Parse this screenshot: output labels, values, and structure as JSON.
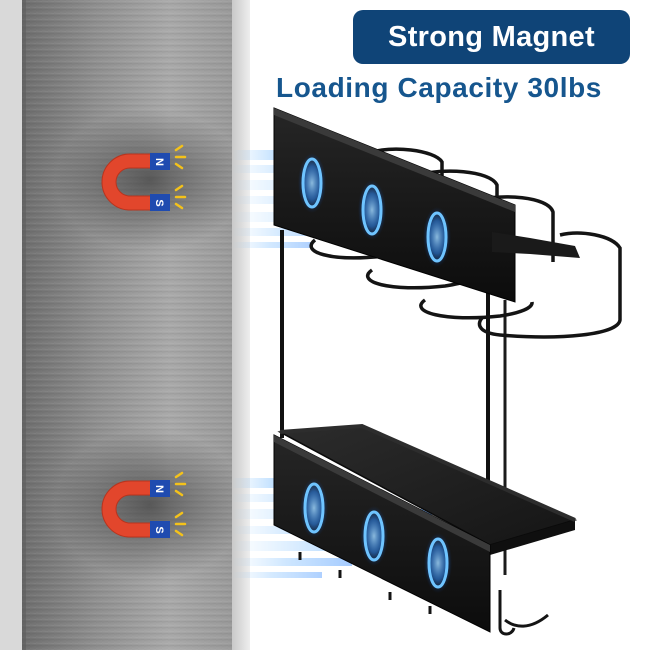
{
  "headline": {
    "title": "Strong Magnet",
    "subtitle": "Loading Capacity 30lbs"
  },
  "magnet_top": {
    "pole_north": "N",
    "pole_south": "S"
  },
  "magnet_bottom": {
    "pole_north": "N",
    "pole_south": "S"
  },
  "colors": {
    "badge_bg": "#0f4477",
    "subtitle_text": "#16568e",
    "magnet_red": "#e2462c",
    "magnet_blue": "#1f4bb0",
    "spark_yellow": "#f4c21a",
    "glow_blue": "#2b8cff",
    "rack_black": "#141414",
    "wall_gray": "#8a8a8a"
  },
  "icons": [
    "horseshoe-magnet-icon",
    "magnetic-spark-icon",
    "magnetic-glow-icon"
  ]
}
